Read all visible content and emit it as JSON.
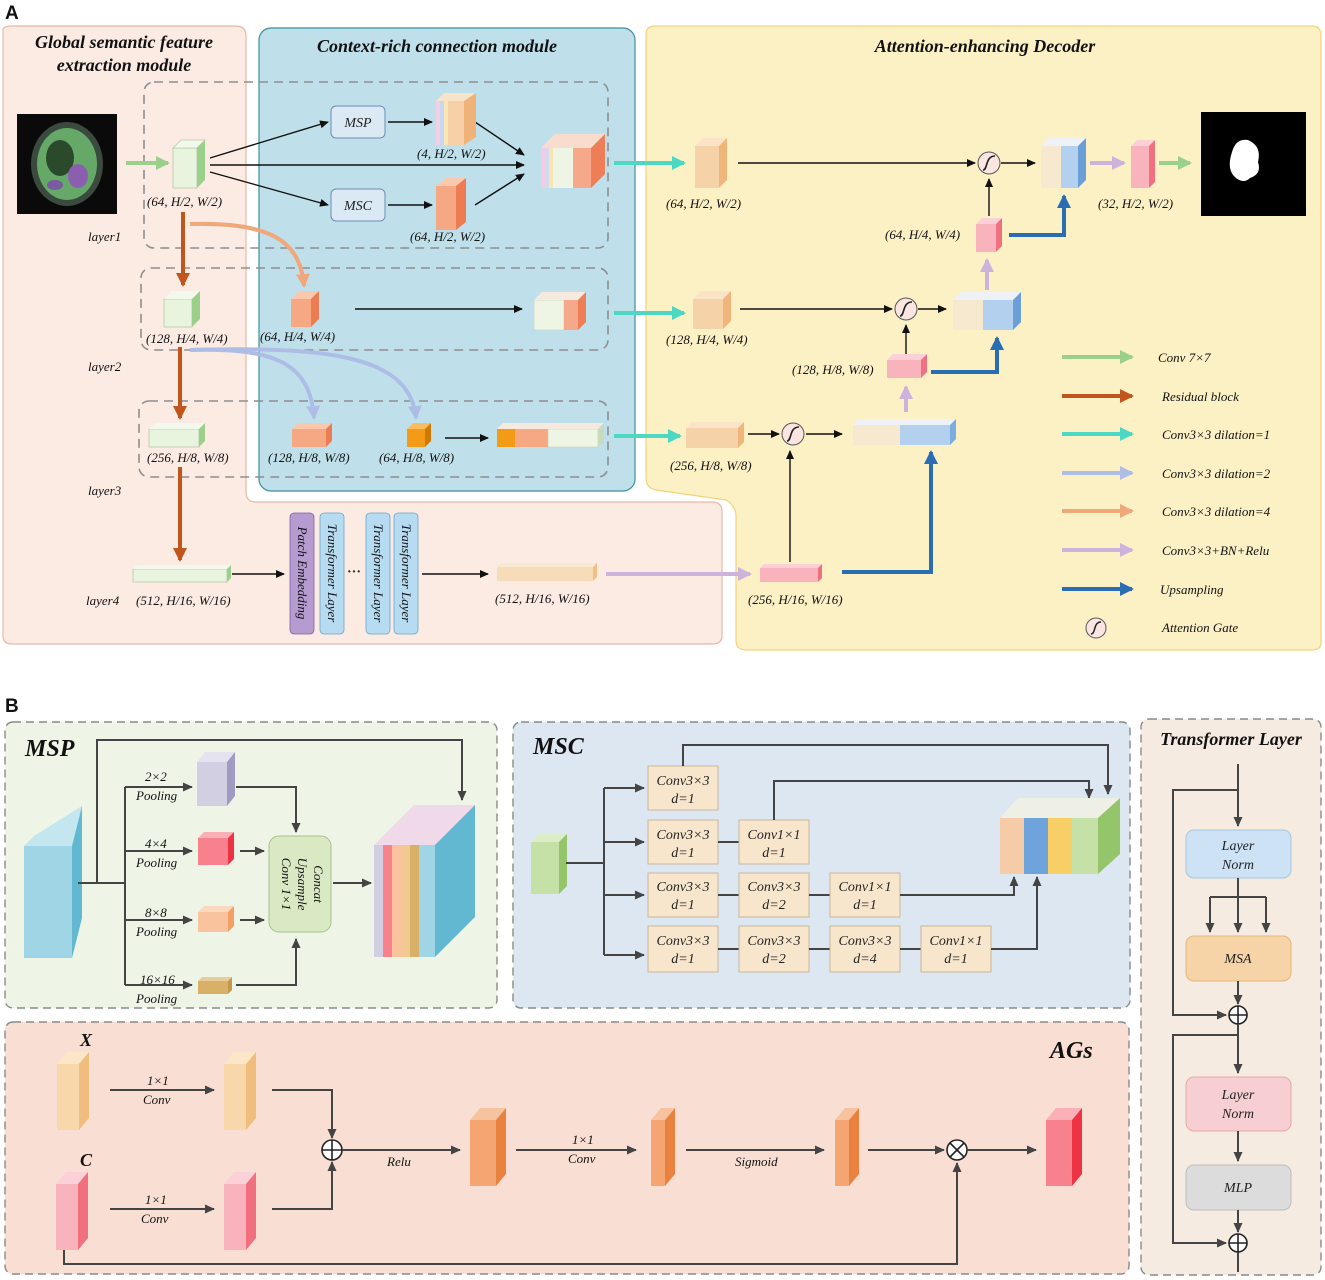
{
  "panel_a": {
    "letter": "A",
    "global_module_title_1": "Global semantic feature",
    "global_module_title_2": "extraction module",
    "context_module_title": "Context-rich connection module",
    "decoder_title": "Attention-enhancing Decoder",
    "msp_box": "MSP",
    "msc_box": "MSC",
    "layer1": "layer1",
    "layer2": "layer2",
    "layer3": "layer3",
    "layer4": "layer4",
    "dim_l1": "(64, H/2, W/2)",
    "dim_msp_out": "(4, H/2, W/2)",
    "dim_msc_out": "(64, H/2, W/2)",
    "dim_l2": "(128, H/4, W/4)",
    "dim_l2_ctx": "(64, H/4, W/4)",
    "dim_l3": "(256, H/8, W/8)",
    "dim_l3_ctx1": "(128, H/8, W/8)",
    "dim_l3_ctx2": "(64, H/8, W/8)",
    "dim_l4": "(512, H/16, W/16)",
    "dim_trans_out": "(512, H/16, W/16)",
    "patch_embedding": "Patch Embedding",
    "transformer_layer": "Transformer Layer",
    "ellipsis": "···",
    "dim_dec1": "(64, H/2, W/2)",
    "dim_dec2": "(128, H/4, W/4)",
    "dim_dec3": "(256, H/8, W/8)",
    "dim_dec4": "(256, H/16, W/16)",
    "dim_up3": "(128, H/8, W/8)",
    "dim_up2": "(64, H/4, W/4)",
    "dim_out": "(32, H/2, W/2)",
    "legend": [
      {
        "label": "Conv 7×7",
        "color": "#9bd08a"
      },
      {
        "label": "Residual block",
        "color": "#c0561d"
      },
      {
        "label": "Conv3×3 dilation=1",
        "color": "#4dd8c4"
      },
      {
        "label": "Conv3×3 dilation=2",
        "color": "#aebde6"
      },
      {
        "label": "Conv3×3 dilation=4",
        "color": "#f0a77a"
      },
      {
        "label": "Conv3×3+BN+Relu",
        "color": "#cdb3dc"
      },
      {
        "label": "Upsampling",
        "color": "#2a6db2"
      },
      {
        "label": "Attention Gate",
        "color": ""
      }
    ]
  },
  "panel_b": {
    "letter": "B",
    "msp_title": "MSP",
    "pool": [
      "2×2",
      "4×4",
      "8×8",
      "16×16"
    ],
    "pooling": "Pooling",
    "concat": "Concat",
    "upsample": "Upsample",
    "conv1x1_rot": "Conv 1×1",
    "msc_title": "MSC",
    "conv33": "Conv3×3",
    "conv11": "Conv1×1",
    "d1": "d=1",
    "d2": "d=2",
    "d4": "d=4",
    "transformer_title": "Transformer Layer",
    "layer": "Layer",
    "norm": "Norm",
    "msa": "MSA",
    "mlp": "MLP",
    "ags_title": "AGs",
    "x": "X",
    "c": "C",
    "one_by_one": "1×1",
    "conv": "Conv",
    "relu": "Relu",
    "sigmoid": "Sigmoid"
  }
}
